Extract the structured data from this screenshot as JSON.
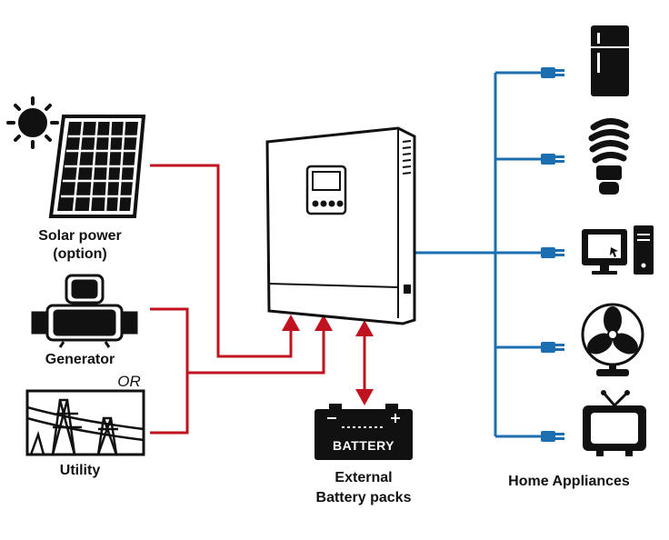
{
  "sources": {
    "solar": {
      "label_line1": "Solar power",
      "label_line2": "(option)",
      "icon": "solar-panel-icon"
    },
    "generator": {
      "label": "Generator",
      "icon": "generator-icon"
    },
    "or_text": "OR",
    "utility": {
      "label": "Utility",
      "icon": "power-tower-icon"
    }
  },
  "inverter": {
    "icon": "inverter-icon"
  },
  "battery": {
    "text": "BATTERY",
    "label_line1": "External",
    "label_line2": "Battery packs"
  },
  "appliances": {
    "label": "Home Appliances",
    "items": [
      "refrigerator-icon",
      "light-bulb-icon",
      "computer-icon",
      "fan-icon",
      "tv-icon"
    ]
  },
  "colors": {
    "input_line": "#c0121f",
    "output_line": "#1b6fb0",
    "battery_line": "#c0121f",
    "ink": "#111111"
  }
}
